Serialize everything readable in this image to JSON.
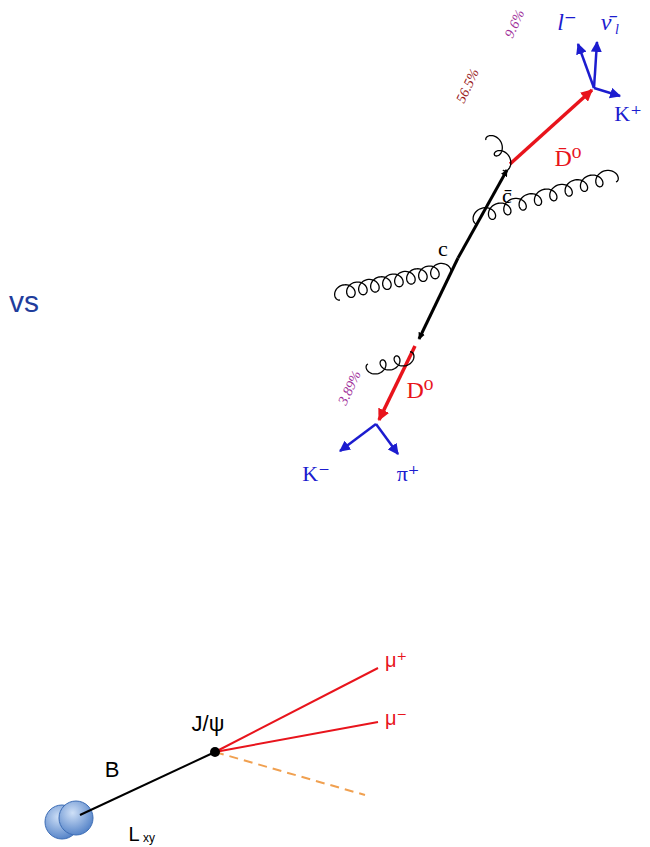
{
  "diagram": {
    "labels": [
      "vs",
      "9.6%",
      "56.5%",
      "l⁻",
      "ν̄",
      "l",
      "K⁺",
      "D̄⁰",
      "c̄",
      "c",
      "3.89%",
      "D⁰",
      "K⁻",
      "π⁺",
      "J/ψ",
      "μ⁺",
      "μ⁻",
      "B",
      "L",
      "xy"
    ]
  }
}
